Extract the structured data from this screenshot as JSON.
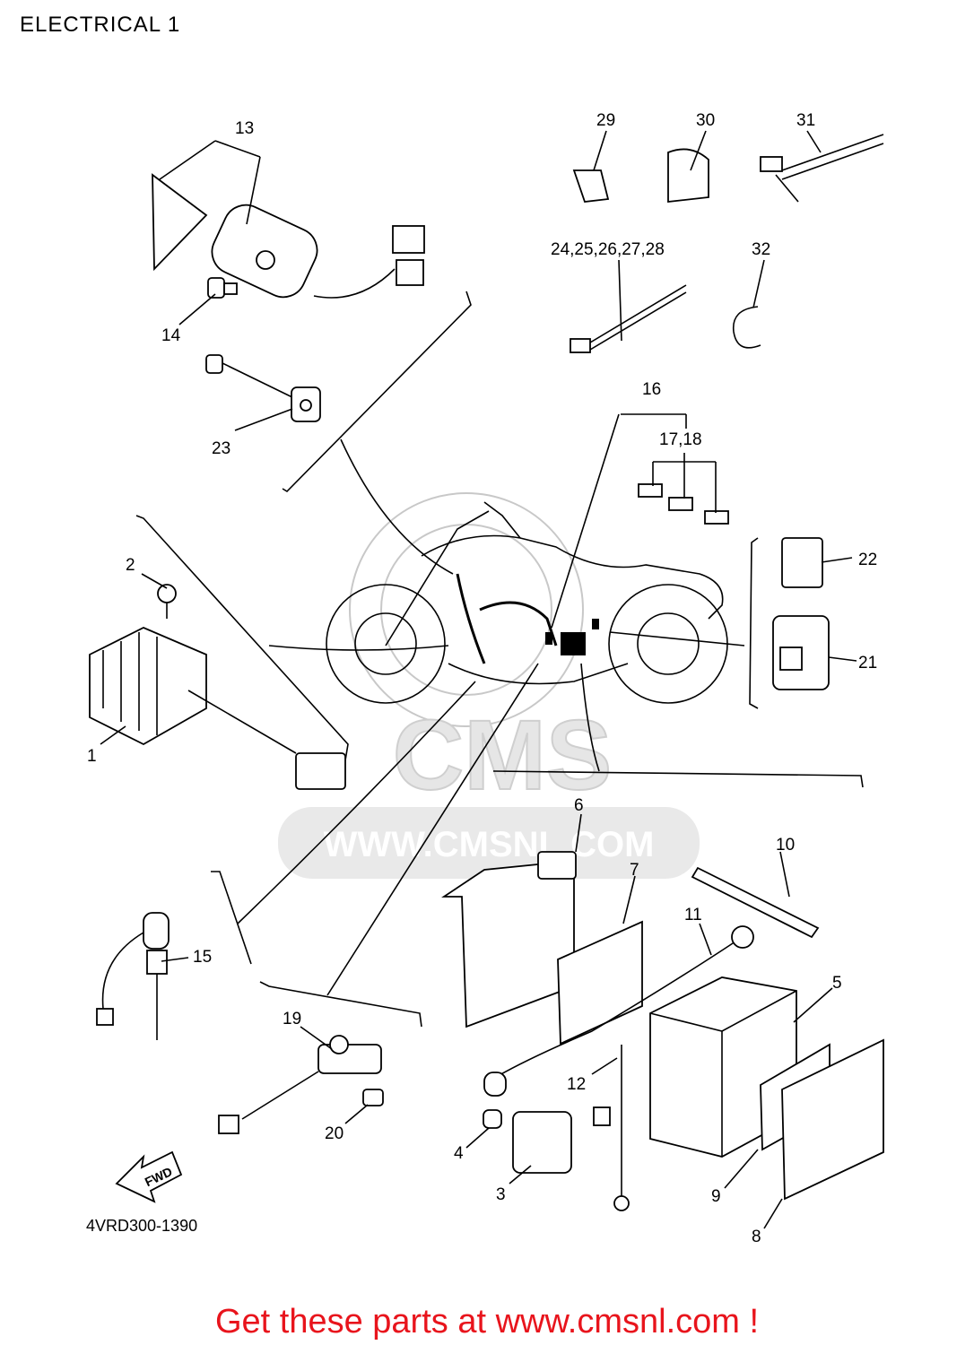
{
  "header": {
    "title": "ELECTRICAL 1"
  },
  "callouts": {
    "c1": "1",
    "c2": "2",
    "c3": "3",
    "c4": "4",
    "c5": "5",
    "c6": "6",
    "c7": "7",
    "c8": "8",
    "c9": "9",
    "c10": "10",
    "c11": "11",
    "c12": "12",
    "c13": "13",
    "c14": "14",
    "c15": "15",
    "c16": "16",
    "c17_18": "17,18",
    "c19": "19",
    "c20": "20",
    "c21": "21",
    "c22": "22",
    "c23": "23",
    "c24_28": "24,25,26,27,28",
    "c29": "29",
    "c30": "30",
    "c31": "31",
    "c32": "32"
  },
  "watermark": {
    "logo_text": "CMS",
    "url_text": "WWW.CMSNL.COM"
  },
  "direction": {
    "fwd_label": "FWD"
  },
  "diagram_code": "4VRD300-1390",
  "footer": {
    "cta": "Get these parts at www.cmsnl.com !",
    "cta_color": "#e8141c"
  }
}
